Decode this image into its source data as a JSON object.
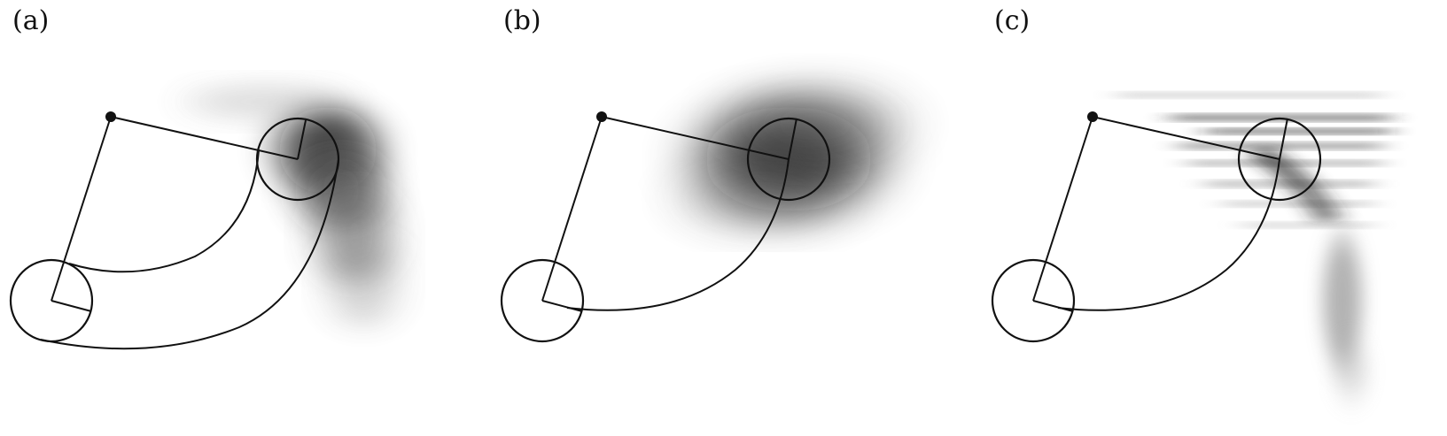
{
  "panels": [
    {
      "label": "(a)"
    },
    {
      "label": "(b)"
    },
    {
      "label": "(c)"
    }
  ],
  "colors": {
    "stroke": "#111111",
    "shadow": "#1a1a1a",
    "background": "#ffffff"
  }
}
